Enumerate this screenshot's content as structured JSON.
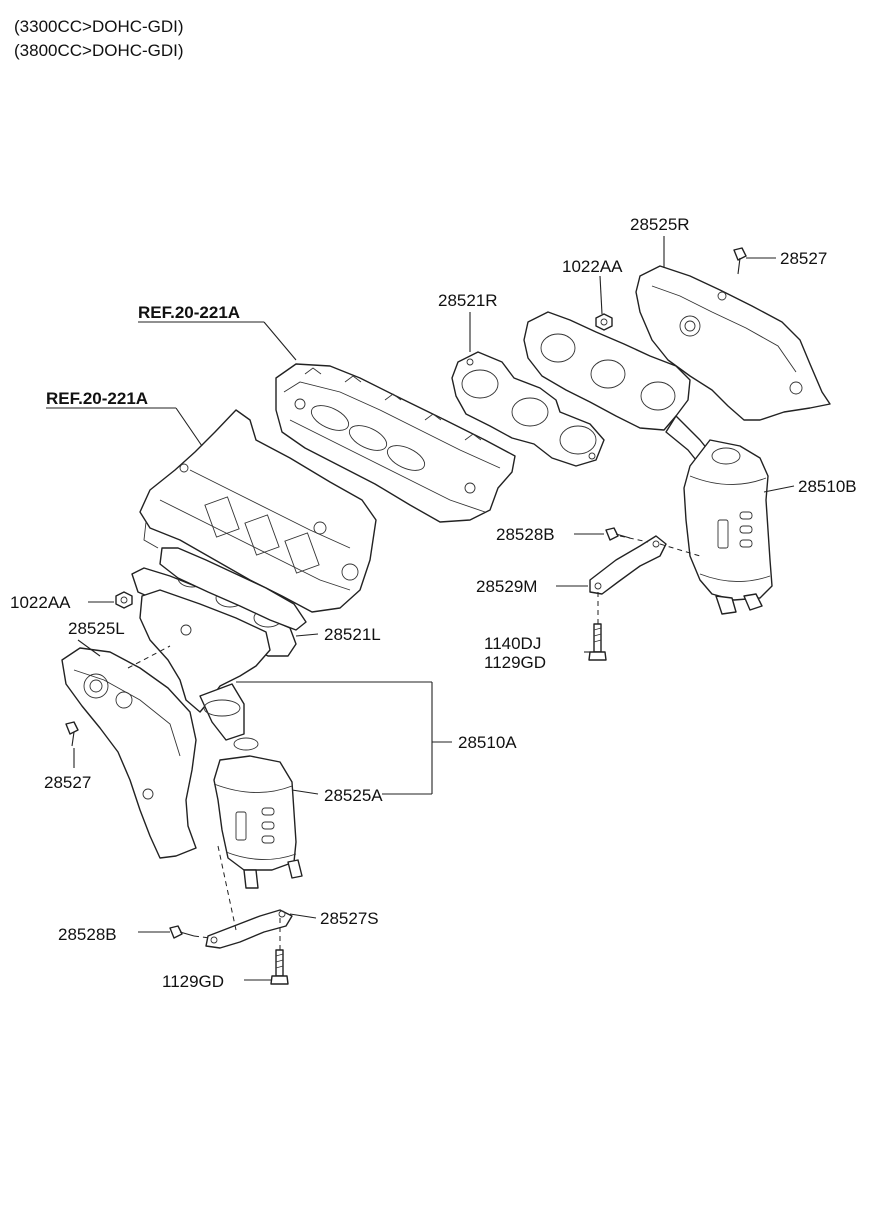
{
  "header": {
    "line1": "(3300CC>DOHC-GDI)",
    "line2": "(3800CC>DOHC-GDI)"
  },
  "references": {
    "ref_upper": "REF.20-221A",
    "ref_lower": "REF.20-221A"
  },
  "parts": {
    "p28525R": "28525R",
    "p28527_right": "28527",
    "p1022AA_right": "1022AA",
    "p28521R": "28521R",
    "p28510B": "28510B",
    "p28528B_right": "28528B",
    "p28529M": "28529M",
    "p1140DJ": "1140DJ",
    "p1129GD_right": "1129GD",
    "p1022AA_left": "1022AA",
    "p28525L": "28525L",
    "p28521L": "28521L",
    "p28527_left": "28527",
    "p28510A": "28510A",
    "p28525A": "28525A",
    "p28527S": "28527S",
    "p28528B_left": "28528B",
    "p1129GD_left": "1129GD"
  }
}
